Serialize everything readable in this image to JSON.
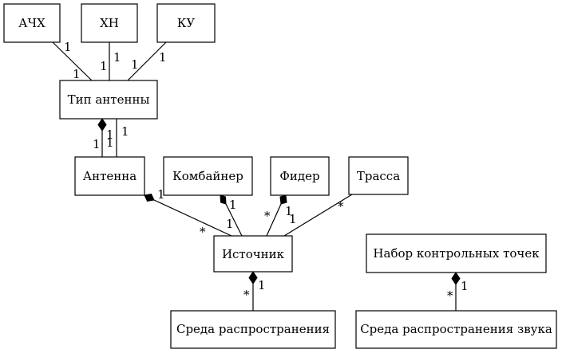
{
  "colors": {
    "stroke": "#000000",
    "fill": "#ffffff"
  },
  "nodes": {
    "achx": "АЧХ",
    "xn": "ХН",
    "ku": "КУ",
    "antenna_type": "Тип антенны",
    "antenna": "Антенна",
    "combiner": "Комбайнер",
    "feeder": "Фидер",
    "route": "Трасса",
    "source": "Источник",
    "checkpoints": "Набор контрольных точек",
    "medium": "Среда распространения",
    "sound_medium": "Среда распространения звука"
  },
  "multiplicities": {
    "achx_near_achx": "1",
    "achx_near_type": "1",
    "xn_near_xn": "1",
    "xn_near_type": "1",
    "ku_near_ku": "1",
    "ku_near_type": "1",
    "type_antenna_diamond_1a": "1",
    "type_antenna_diamond_1b": "1",
    "type_antenna_line_1a": "1",
    "type_antenna_line_1b": "1",
    "antenna_source_one": "1",
    "antenna_source_many": "*",
    "combiner_source_one_top": "1",
    "combiner_source_one_bottom": "1",
    "feeder_source_many": "*",
    "feeder_source_one_top": "1",
    "feeder_source_one_bottom": "1",
    "route_source_many": "*",
    "source_medium_one": "1",
    "source_medium_many": "*",
    "checkpoints_sound_one": "1",
    "checkpoints_sound_many": "*"
  }
}
